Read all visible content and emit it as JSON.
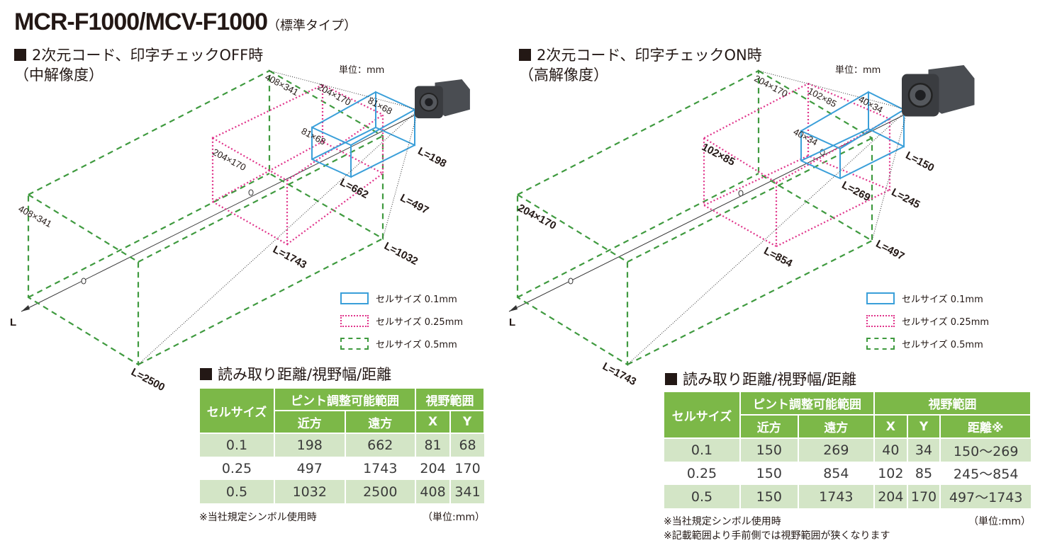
{
  "title": "MCR-F1000/MCV-F1000",
  "title_suffix": "（標準タイプ）",
  "colors": {
    "cell_0_1": "#3a9fd9",
    "cell_0_25": "#e0338a",
    "cell_0_5": "#3f9a3f",
    "table_header": "#7cb848",
    "table_row": "#d3e5c6"
  },
  "left": {
    "heading1": "2次元コード、印字チェックOFF時",
    "heading2": "（中解像度）",
    "unit": "単位：mm",
    "labels": {
      "g_far": "408×341",
      "p_far": "204×170",
      "b_far": "81×68",
      "b_near": "81×68",
      "p_near": "204×170",
      "g_near": "408×341",
      "l198": "L=198",
      "l662": "L=662",
      "l497": "L=497",
      "l1743": "L=1743",
      "l1032": "L=1032",
      "l2500": "L=2500",
      "axis": "L",
      "zero": "0"
    }
  },
  "right": {
    "heading1": "2次元コード、印字チェックON時",
    "heading2": "（高解像度）",
    "unit": "単位：mm",
    "labels": {
      "g_far": "204×170",
      "p_far": "102×85",
      "b_far": "40×34",
      "b_near": "40×34",
      "p_near": "102×85",
      "g_near": "204×170",
      "l150": "L=150",
      "l269": "L=269",
      "l245": "L=245",
      "l854": "L=854",
      "l497": "L=497",
      "l1743": "L=1743",
      "axis": "L",
      "zero": "0"
    }
  },
  "legend": [
    "セルサイズ 0.1mm",
    "セルサイズ 0.25mm",
    "セルサイズ 0.5mm"
  ],
  "table_title": "読み取り距離/視野幅/距離",
  "table_left": {
    "h_cell": "セルサイズ",
    "h_focus": "ピント調整可能範囲",
    "h_view": "視野範囲",
    "h_near": "近方",
    "h_far": "遠方",
    "h_x": "X",
    "h_y": "Y",
    "rows": [
      [
        "0.1",
        "198",
        "662",
        "81",
        "68"
      ],
      [
        "0.25",
        "497",
        "1743",
        "204",
        "170"
      ],
      [
        "0.5",
        "1032",
        "2500",
        "408",
        "341"
      ]
    ],
    "note": "※当社規定シンボル使用時",
    "unit": "（単位:mm）"
  },
  "table_right": {
    "h_cell": "セルサイズ",
    "h_focus": "ピント調整可能範囲",
    "h_view": "視野範囲",
    "h_near": "近方",
    "h_far": "遠方",
    "h_x": "X",
    "h_y": "Y",
    "h_dist": "距離※",
    "rows": [
      [
        "0.1",
        "150",
        "269",
        "40",
        "34",
        "150〜269"
      ],
      [
        "0.25",
        "150",
        "854",
        "102",
        "85",
        "245〜854"
      ],
      [
        "0.5",
        "150",
        "1743",
        "204",
        "170",
        "497〜1743"
      ]
    ],
    "note": "※当社規定シンボル使用時",
    "note2": "※記載範囲より手前側では視野範囲が狭くなります",
    "unit": "（単位:mm）"
  }
}
